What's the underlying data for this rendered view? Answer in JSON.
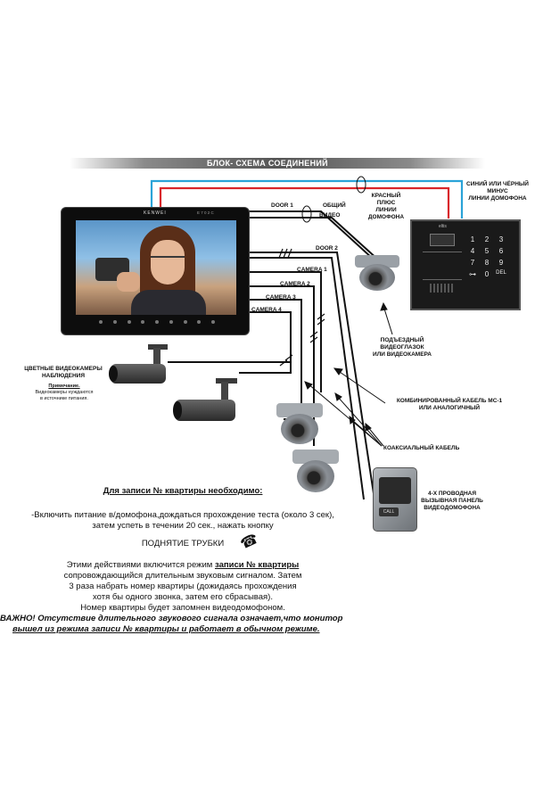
{
  "title": "БЛОК- СХЕМА СОЕДИНЕНИЙ",
  "monitor": {
    "brand": "KENWEI",
    "model": "E 7 0 2 C"
  },
  "wire_labels": {
    "door1": "DOOR 1",
    "door2": "DOOR 2",
    "common": "ОБЩИЙ",
    "video": "ВИДЕО",
    "camera1": "CAMERA 1",
    "camera2": "CAMERA 2",
    "camera3": "CAMERA 3",
    "camera4": "CAMERA 4"
  },
  "callouts": {
    "red_plus": [
      "КРАСНЫЙ",
      "ПЛЮС",
      "ЛИНИИ ДОМОФОНА"
    ],
    "blue_minus": [
      "СИНИЙ или ЧЁРНЫЙ",
      "МИНУС",
      "ЛИНИИ ДОМОФОНА"
    ],
    "entrance_cam": [
      "ПОДЪЕЗДНЫЙ",
      "ВИДЕОГЛАЗОК",
      "ИЛИ ВИДЕОКАМЕРА"
    ],
    "color_cams": [
      "ЦВЕТНЫЕ ВИДЕОКАМЕРЫ",
      "НАБЛЮДЕНИЯ"
    ],
    "note_title": "Примечание.",
    "note_body": [
      "Видеокамеры нуждаются",
      "в источнике питания."
    ],
    "combined_cable": [
      "КОМБИНИРОВАННЫЙ КАБЕЛЬ МС-1",
      "ИЛИ АНАЛОГИЧНЫЙ"
    ],
    "coax": "КОАКСИАЛЬНЫЙ КАБЕЛЬ",
    "call_panel": [
      "4-Х ПРОВОДНАЯ",
      "ВЫЗЫВНАЯ ПАНЕЛЬ",
      "ВИДЕОДОМОФОНА"
    ]
  },
  "keypad": {
    "brand": "eltis",
    "keys": [
      "1",
      "2",
      "3",
      "4",
      "5",
      "6",
      "7",
      "8",
      "9",
      "⊶",
      "0",
      "DEL"
    ]
  },
  "call_panel_label": "CALL",
  "instructions": {
    "heading": "Для записи № квартиры необходимо:",
    "step1_line1": "-Включить питание в/домофона,дождаться прохождение теста (около 3 сек),",
    "step1_line2": "затем успеть в течении 20 сек., нажать кнопку",
    "handset": "ПОДНЯТИЕ ТРУБКИ",
    "p2_pre": "Этими действиями включится режим ",
    "p2_bold": "записи № квартиры",
    "p2_line2": "сопровождающийся длительным звуковым сигналом. Затем",
    "p2_line3": "3 раза набрать номер квартиры (дожидаясь прохождения",
    "p2_line4": "хотя бы одного звонка, затем его сбрасывая).",
    "p2_line5": "Номер квартиры будет запомнен видеодомофоном.",
    "warning_line1": "ВАЖНО! Отсутствие длительного звукового сигнала означает,что монитор",
    "warning_line2": "вышел из режима записи № квартиры и работает в обычном режиме."
  },
  "colors": {
    "red_wire": "#d9262b",
    "blue_wire": "#2aa3d8",
    "panel": "#1a1a1a",
    "monitor": "#0d0d0d"
  }
}
